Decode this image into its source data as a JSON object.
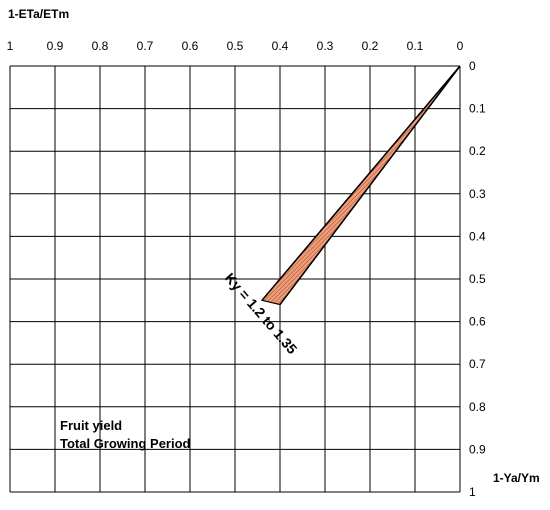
{
  "chart_data": {
    "type": "area",
    "x_axis": {
      "title": "1-ETa/ETm",
      "range": [
        1,
        0
      ],
      "reversed": true,
      "position": "top",
      "ticks": [
        "1",
        "0.9",
        "0.8",
        "0.7",
        "0.6",
        "0.5",
        "0.4",
        "0.3",
        "0.2",
        "0.1",
        "0"
      ],
      "tick_values": [
        1,
        0.9,
        0.8,
        0.7,
        0.6,
        0.5,
        0.4,
        0.3,
        0.2,
        0.1,
        0
      ]
    },
    "y_axis": {
      "title": "1-Ya/Ym",
      "range": [
        0,
        1
      ],
      "reversed": true,
      "position": "right",
      "ticks": [
        "0",
        "0.1",
        "0.2",
        "0.3",
        "0.4",
        "0.5",
        "0.6",
        "0.7",
        "0.8",
        "0.9",
        "1"
      ],
      "tick_values": [
        0,
        0.1,
        0.2,
        0.3,
        0.4,
        0.5,
        0.6,
        0.7,
        0.8,
        0.9,
        1
      ]
    },
    "grid": true,
    "series": [
      {
        "label": "Ky = 1.2 to 1.35",
        "fill_color": "#e8a07a",
        "hatch_color": "#c0392b",
        "lines": [
          {
            "ky": 1.35,
            "x": [
              0,
              0.44
            ],
            "y": [
              0,
              0.55
            ]
          },
          {
            "ky": 1.2,
            "x": [
              0,
              0.4
            ],
            "y": [
              0,
              0.56
            ]
          }
        ]
      }
    ],
    "annotations": [
      "Fruit yield",
      "Total Growing Period"
    ]
  }
}
